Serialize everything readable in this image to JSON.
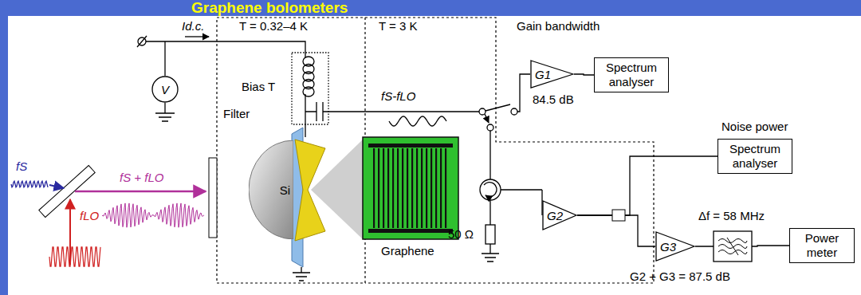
{
  "diagram": {
    "title": "Graphene bolometers",
    "nodes": [
      {
        "text": [
          "V"
        ]
      },
      {
        "text": [
          "Si"
        ]
      },
      {
        "text": [
          "G1"
        ]
      },
      {
        "text": [
          "Spectrum analyser"
        ]
      },
      {
        "text": [
          "Spectrum analyser"
        ]
      },
      {
        "text": [
          "G2"
        ]
      },
      {
        "text": [
          "G3"
        ]
      },
      {
        "text": [
          "Power meter"
        ]
      }
    ],
    "edges": [
      {
        "from": 2,
        "to": 3,
        "arrow": "none"
      },
      {
        "from": 5,
        "to": 4,
        "arrow": "none"
      },
      {
        "from": 5,
        "to": 6,
        "arrow": "none"
      },
      {
        "from": 6,
        "to": 7,
        "arrow": "none"
      }
    ],
    "labels": [
      "T = 0.32–4 K",
      "T = 3 K",
      "Gain bandwidth",
      "Id.c.",
      "Bias T",
      "Filter",
      "fS-fLO",
      "84.5 dB",
      "Noise power",
      "Δf = 58 MHz",
      "50 Ω",
      "G2 + G3 = 87.5 dB",
      "fS",
      "fS + fLO",
      "fLO",
      "Graphene"
    ]
  }
}
